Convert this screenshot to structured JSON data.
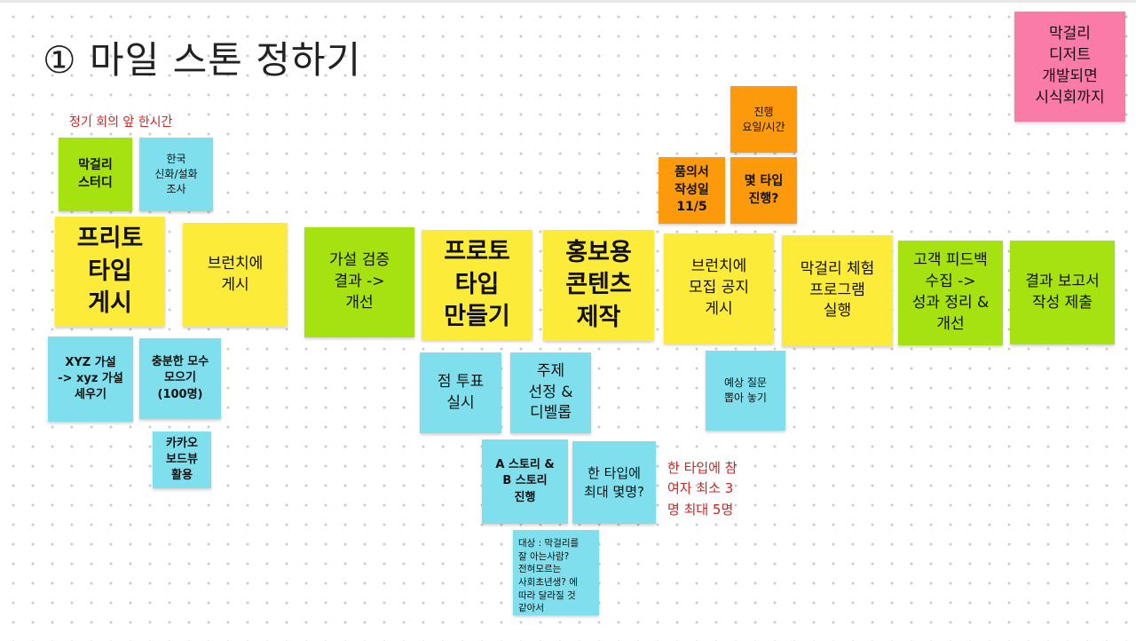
{
  "title": "① 마일 스톤 정하기",
  "annotations": {
    "meeting_note": "정기 회의 앞 한시간",
    "participants_note": "한 타입에 참\n여자 최소 3\n명 최대 5명"
  },
  "stickies": {
    "corner_pink": "막걸리\n디저트\n개발되면\n시식회까지",
    "makgeolli_study": "막걸리\n스터디",
    "korean_myth": "한국\n신화/설화\n조사",
    "prototype_post": "프리토\n타입\n게시",
    "brunch_post": "브런치에\n게시",
    "xyz_hypothesis": "XYZ 가설\n-> xyz 가설\n세우기",
    "sample_size": "충분한 모수\n모으기\n(100명)",
    "kakao_vote": "카카오\n보드뷰\n활용",
    "hypothesis_verify": "가설 검증\n결과 ->\n개선",
    "prototype_make": "프로토\n타입\n만들기",
    "dot_vote": "점 투표\n실시",
    "topic_detail": "주제\n선정 &\n디벨롭",
    "story_ab": "A 스토리 &\nB 스토리\n진행",
    "max_per_type": "한 타입에\n최대 몇명?",
    "target": "대상 : 막걸리를\n잘 아는사람?\n전혀모르는\n사회초년생? 에\n따라 달라질 것\n같아서",
    "promo_content": "홍보용\n콘텐츠\n제작",
    "proposal_date": "품의서\n작성일\n11/5",
    "schedule": "진행\n요일/시간",
    "type_count": "몇 타입\n진행?",
    "brunch_recruit": "브런치에\n모집 공지\n게시",
    "expected_questions": "예상 질문\n뽑아 놓기",
    "experience_program": "막걸리 체험\n프로그램\n실행",
    "feedback": "고객 피드백\n수집 ->\n성과 정리 &\n개선",
    "report": "결과 보고서\n작성 제출"
  },
  "colors": {
    "yellow": "#fdeb3a",
    "green": "#a6e20f",
    "cyan": "#7fdfec",
    "orange": "#fc9a0b",
    "pink": "#fb7ba8",
    "annotation_red": "#c62828"
  }
}
